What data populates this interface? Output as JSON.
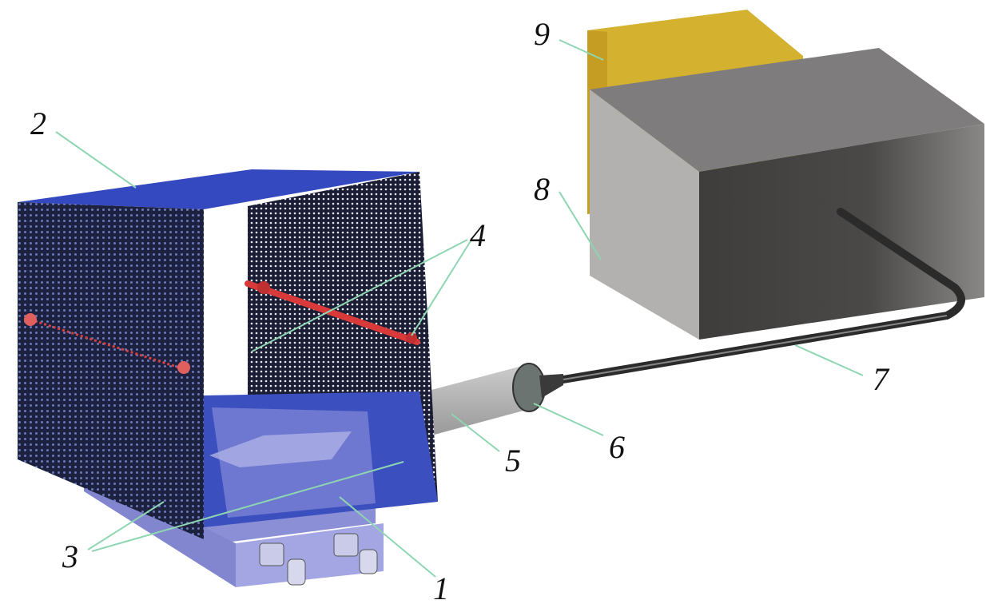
{
  "diagram": {
    "labels": {
      "l1": "1",
      "l2": "2",
      "l3": "3",
      "l4": "4",
      "l5": "5",
      "l6": "6",
      "l7": "7",
      "l8": "8",
      "l9": "9"
    },
    "colors": {
      "leader": "#8ed6b2",
      "chamber_blue": "#3a4fc4",
      "mesh": "#1b1f3a",
      "rod_red": "#d83a3a",
      "box_gray": "#a8a6a4",
      "box_yellow": "#d7b22f",
      "tube": "#2a2a2a"
    }
  }
}
